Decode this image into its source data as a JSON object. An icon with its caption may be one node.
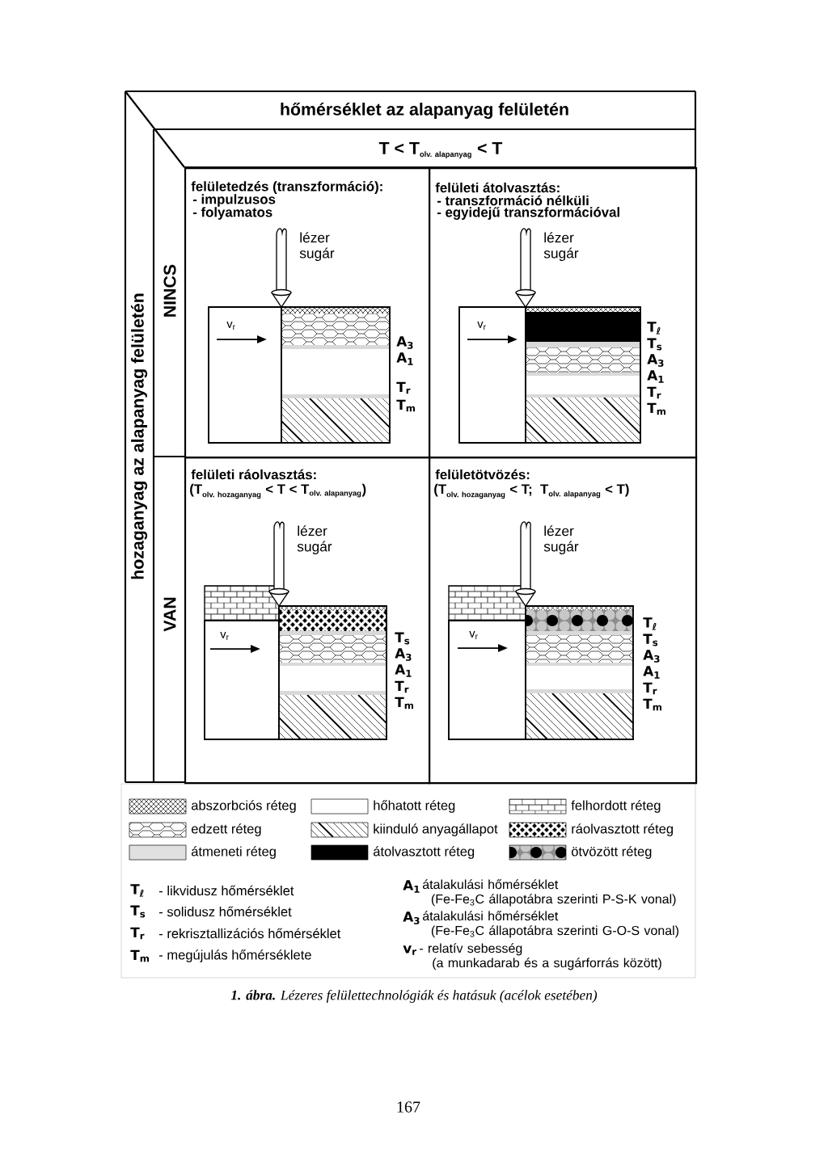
{
  "diagram": {
    "caption": "**1. ábra.** Lézeres felülettechnológiák és hatásuk (acélok esetében)",
    "nodes": [
      {
        "text": [
          "felületedzés (transzformáció):",
          "- impulzusos",
          "- folyamatos",
          "lézer sugár",
          "v$_{r}$",
          "A$_{3}$",
          "A$_{1}$",
          "T$_{r}$",
          "T$_{m}$"
        ]
      },
      {
        "text": [
          "felületi átolvasztás:",
          "- transzformáció nélküli",
          "- egyidejű transzformációval",
          "lézer sugár",
          "v$_{r}$",
          "T$_{ℓ}$",
          "T$_{s}$",
          "A$_{3}$",
          "A$_{1}$",
          "T$_{r}$",
          "T$_{m}$"
        ]
      },
      {
        "text": [
          "felületi ráolvasztás:",
          "\\textbf{(T}_{\\textbf{\\scriptsize olv. hozaganyag}}\\textbf{ < T < T}_{\\textbf{\\scriptsize olv. alapanyag}}\\textbf{)}",
          "lézer sugár",
          "v$_{r}$",
          "T$_{s}$",
          "A$_{3}$",
          "A$_{1}$",
          "T$_{r}$",
          "T$_{m}$"
        ]
      },
      {
        "text": [
          "felületötvözés:",
          "\\textbf{(T}_{\\textbf{\\scriptsize olv. hozaganyag}}\\textbf{ < T;\\ \\ T}_{\\textbf{\\scriptsize olv. alapanyag}}\\textbf{ < T)}",
          "lézer sugár",
          "v$_{r}$",
          "T$_{ℓ}$",
          "T$_{s}$",
          "A$_{3}$",
          "A$_{1}$",
          "T$_{r}$",
          "T$_{m}$"
        ]
      }
    ],
    "labels": [
      "hőmérséklet az alapanyag felületén",
      "\\textbf{T < T}_{\\textbf{\\scriptsize olv. alapanyag}}\\textbf{ < T}",
      "hozaganyag az alapanyag felületén",
      "NINCS",
      "VAN",
      "T$_{ℓ}$",
      "- likvidusz hőmérséklet",
      "A$_{1}$",
      "átalakulási hőmérséklet (Fe-Fe$_{3}$C állapotábra szerinti P-S-K vonal)",
      "T$_{s}$",
      "- solidusz hőmérséklet",
      "T$_{r}$",
      "- rekrisztallizációs hőmérséklet",
      "A$_{3}$",
      "átalakulási hőmérséklet (Fe-Fe$_{3}$C állapotábra szerinti G-O-S vonal)",
      "T$_{m}$",
      "- megújulás hőmérséklete",
      "v$_{r}$",
      "- relatív sebesség (a munkadarab és a sugárforrás között)",
      "167"
    ],
    "legend": [
      {
        "text": "abszorbciós réteg"
      },
      {
        "text": "hőhatott réteg"
      },
      {
        "text": "felhordott réteg"
      },
      {
        "text": "edzett réteg"
      },
      {
        "text": "kiinduló anyagállapot"
      },
      {
        "text": "ráolvasztott réteg"
      },
      {
        "text": "átmeneti réteg",
        "color": "#e0e0e0"
      },
      {
        "text": "átolvasztott réteg",
        "color": "#000000"
      },
      {
        "text": "ötvözött réteg"
      }
    ]
  }
}
